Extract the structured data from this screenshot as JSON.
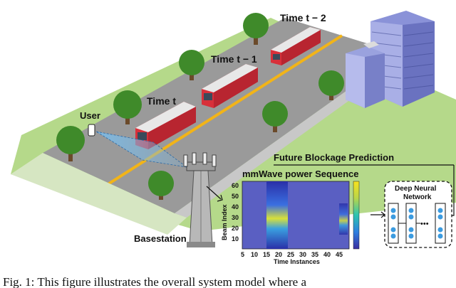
{
  "labels": {
    "time_t2": "Time t − 2",
    "time_t1": "Time t − 1",
    "time_t": "Time t",
    "user": "User",
    "basestation": "Basestation",
    "future_blockage": "Future Blockage Prediction"
  },
  "heatmap": {
    "title": "mmWave power Sequence",
    "ylabel": "Beam Index",
    "xlabel": "Time Instances",
    "yticks": [
      "60",
      "50",
      "40",
      "30",
      "20",
      "10"
    ],
    "xticks": [
      "5",
      "10",
      "15",
      "20",
      "25",
      "30",
      "35",
      "40",
      "45"
    ]
  },
  "dnn": {
    "line1": "Deep Neural",
    "line2": "Network",
    "dots": "•••"
  },
  "caption": "Fig. 1: This figure illustrates the overall system model where a",
  "colors": {
    "grass": "#b5d98a",
    "road": "#9a9a9a",
    "lane_line": "#f2b418",
    "bus": "#d8303a",
    "neuron": "#3b9be0",
    "heat_low": "#5a5fc2",
    "heat_dark": "#2a2fa8"
  }
}
